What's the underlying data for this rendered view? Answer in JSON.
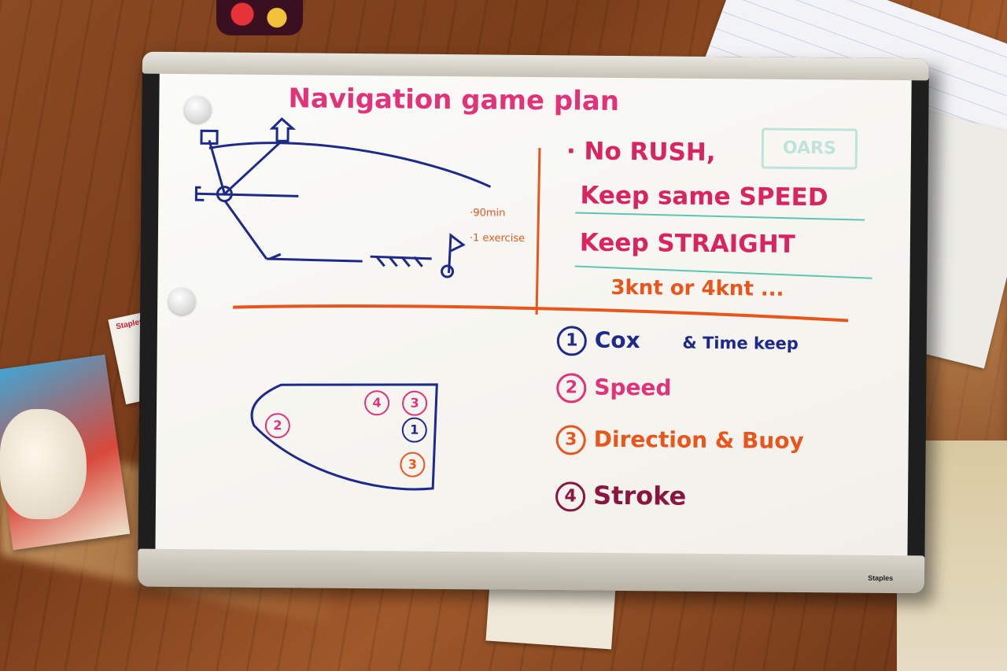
{
  "board": {
    "title": "Navigation game plan",
    "brand": "Staples",
    "oars_label": "OARS",
    "notes": {
      "time": "·90min",
      "exercise": "·1 exercise"
    },
    "rules": [
      "· No RUSH,",
      "Keep same SPEED",
      "Keep STRAIGHT",
      "3knt or 4knt ..."
    ],
    "roles": [
      {
        "num": "1",
        "label": "Cox",
        "extra": "& Time keep",
        "color": "#1d2a8a"
      },
      {
        "num": "2",
        "label": "Speed",
        "extra": "",
        "color": "#e0337a"
      },
      {
        "num": "3",
        "label": "Direction & Buoy",
        "extra": "",
        "color": "#e8561e"
      },
      {
        "num": "4",
        "label": "Stroke",
        "extra": "",
        "color": "#8a1640"
      }
    ],
    "boat_seats": [
      {
        "num": "2",
        "color": "#e0337a"
      },
      {
        "num": "4",
        "color": "#e0337a"
      },
      {
        "num": "3",
        "color": "#e0337a"
      },
      {
        "num": "1",
        "color": "#1d2a8a"
      },
      {
        "num": "3",
        "color": "#e8561e"
      }
    ]
  },
  "surroundings": {
    "staples_box_label": "Staples"
  }
}
